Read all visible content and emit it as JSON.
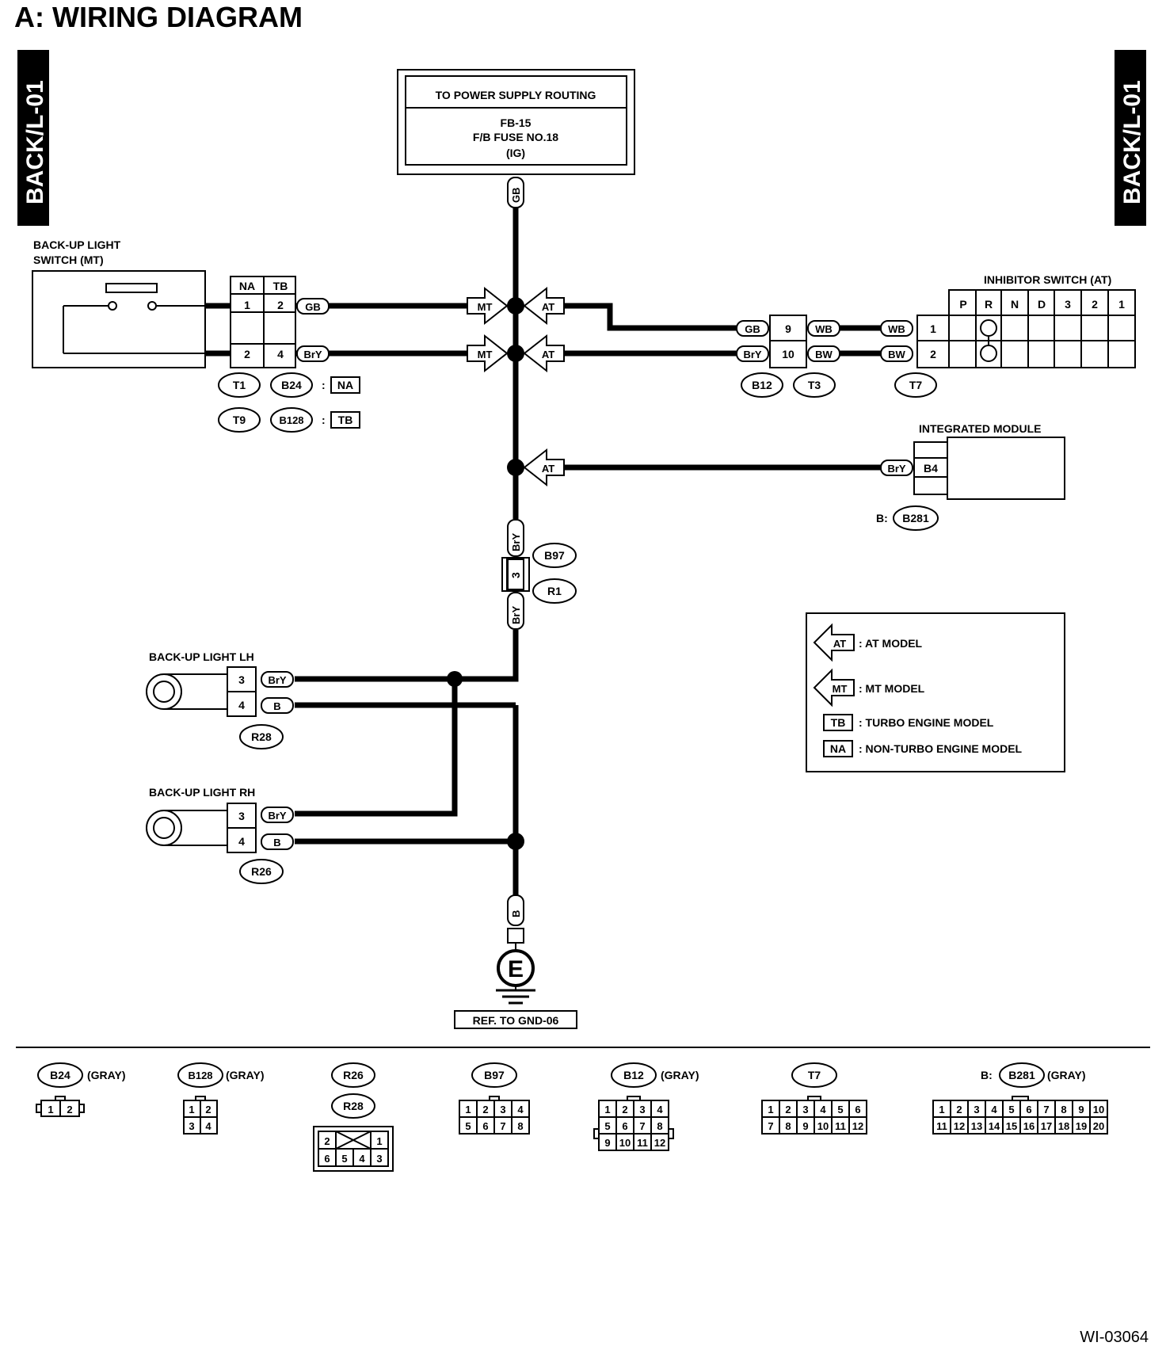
{
  "title": "A:  WIRING DIAGRAM",
  "side_label": "BACK/L-01",
  "footer_id": "WI-03064",
  "power": {
    "line1": "TO POWER SUPPLY ROUTING",
    "line2": "FB-15",
    "line3": "F/B FUSE NO.18",
    "line4": "(IG)"
  },
  "wire_colors": {
    "gb": "GB",
    "bry": "BrY",
    "b": "B",
    "wb": "WB",
    "bw": "BW"
  },
  "markers": {
    "mt": "MT",
    "at": "AT",
    "na": "NA",
    "tb": "TB"
  },
  "switch_mt": {
    "line1": "BACK-UP LIGHT",
    "line2": "SWITCH (MT)"
  },
  "inhibitor": {
    "title": "INHIBITOR SWITCH (AT)",
    "positions": [
      "P",
      "R",
      "N",
      "D",
      "3",
      "2",
      "1"
    ]
  },
  "integrated_module": {
    "title": "INTEGRATED MODULE",
    "pin": "B4",
    "prefix": "B:"
  },
  "light_lh": "BACK-UP LIGHT LH",
  "light_rh": "BACK-UP LIGHT RH",
  "ground": {
    "symbol": "E",
    "ref": "REF. TO GND-06"
  },
  "pins": {
    "na": "NA",
    "tb": "TB",
    "p1": "1",
    "p2": "2",
    "p4": "4",
    "p9": "9",
    "p10": "10",
    "p3": "3",
    "lh3": "3",
    "lh4": "4",
    "rh3": "3",
    "rh4": "4",
    "t7_1": "1",
    "t7_2": "2"
  },
  "connectors": {
    "t1": "T1",
    "b24": "B24",
    "t9": "T9",
    "b128": "B128",
    "b12": "B12",
    "t3": "T3",
    "t7": "T7",
    "b281": "B281",
    "b97": "B97",
    "r1": "R1",
    "r28": "R28",
    "r26": "R26"
  },
  "legend": {
    "at": ": AT MODEL",
    "mt": ": MT MODEL",
    "tb": ": TURBO ENGINE MODEL",
    "na": ": NON-TURBO ENGINE MODEL"
  },
  "gray": "(GRAY)",
  "conn_views": {
    "b24": [
      "1",
      "2"
    ],
    "b128": [
      "1",
      "2",
      "3",
      "4"
    ],
    "r26": [
      "2",
      "1",
      "6",
      "5",
      "4",
      "3"
    ],
    "b97": [
      "1",
      "2",
      "3",
      "4",
      "5",
      "6",
      "7",
      "8"
    ],
    "b12": [
      "1",
      "2",
      "3",
      "4",
      "5",
      "6",
      "7",
      "8",
      "9",
      "10",
      "11",
      "12"
    ],
    "t7": [
      "1",
      "2",
      "3",
      "4",
      "5",
      "6",
      "7",
      "8",
      "9",
      "10",
      "11",
      "12"
    ],
    "b281": [
      "1",
      "2",
      "3",
      "4",
      "5",
      "6",
      "7",
      "8",
      "9",
      "10",
      "11",
      "12",
      "13",
      "14",
      "15",
      "16",
      "17",
      "18",
      "19",
      "20"
    ]
  }
}
